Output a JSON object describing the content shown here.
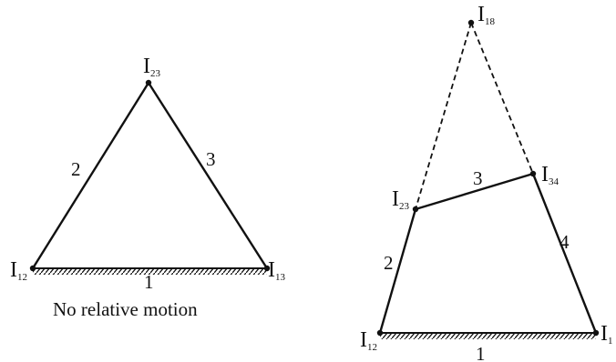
{
  "left_diagram": {
    "pin_labels": [
      {
        "main": "I",
        "sub": "23"
      },
      {
        "main": "I",
        "sub": "12"
      },
      {
        "main": "I",
        "sub": "13"
      }
    ],
    "link_labels": [
      "2",
      "3",
      "1"
    ],
    "caption": "No relative motion"
  },
  "right_diagram": {
    "pin_labels": [
      {
        "main": "I",
        "sub": "18"
      },
      {
        "main": "I",
        "sub": "34"
      },
      {
        "main": "I",
        "sub": "23"
      },
      {
        "main": "I",
        "sub": "12"
      },
      {
        "main": "I",
        "sub": "1"
      }
    ],
    "link_labels": [
      "3",
      "4",
      "2",
      "1"
    ]
  }
}
